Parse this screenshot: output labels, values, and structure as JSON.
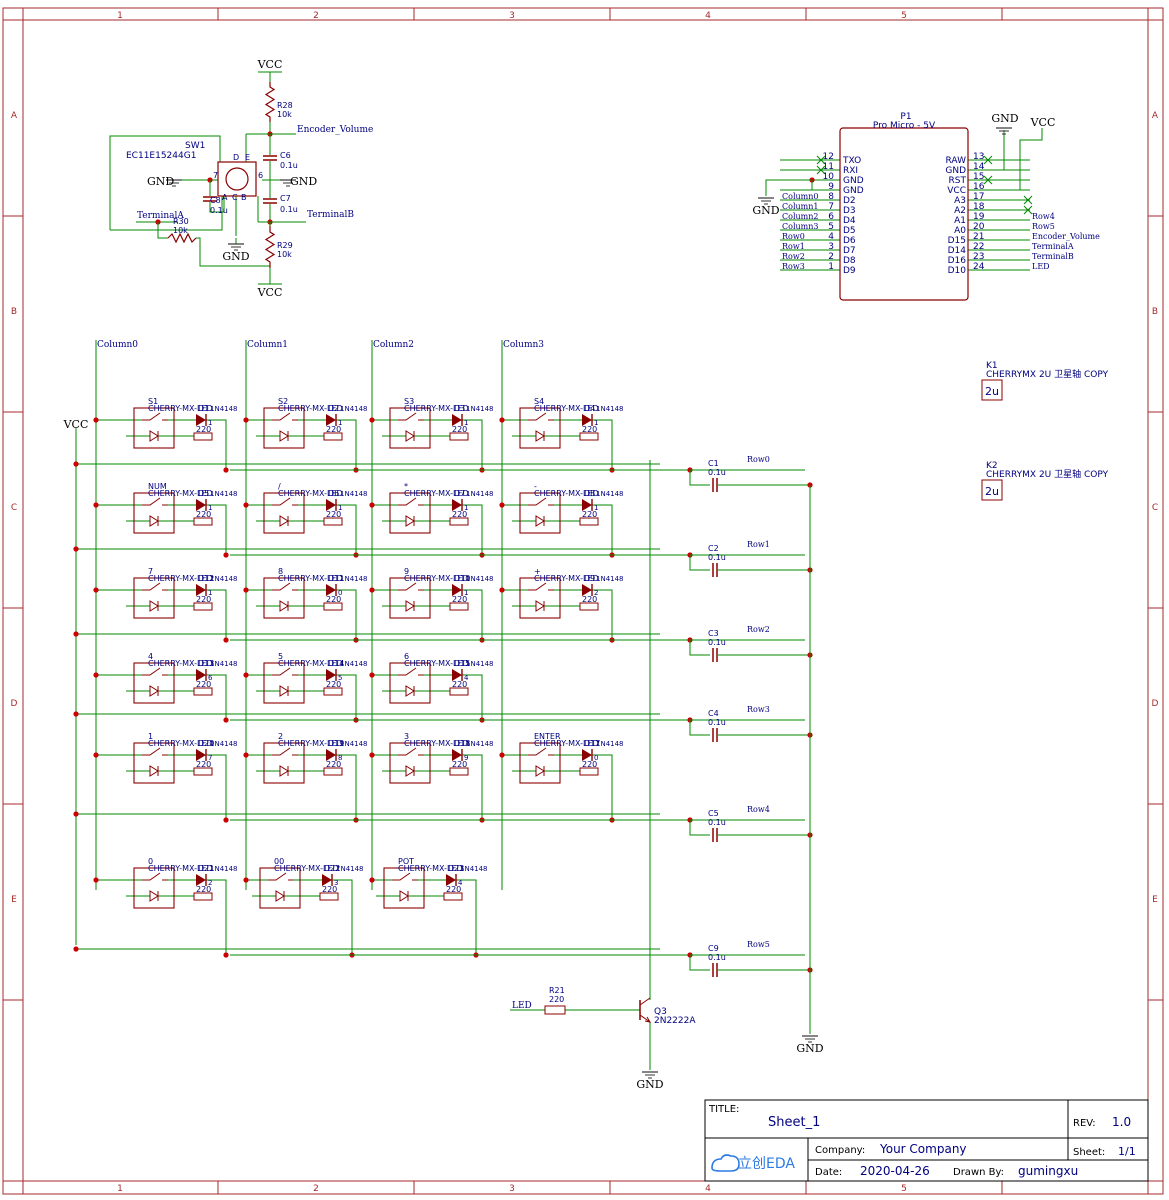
{
  "frame": {
    "cols": [
      "1",
      "2",
      "3",
      "4",
      "5"
    ],
    "rows": [
      "A",
      "B",
      "C",
      "D",
      "E"
    ],
    "border_color": "#a52a2a",
    "wire_color": "#008800",
    "label_color": "#000080",
    "part_color": "#8b0000"
  },
  "power": {
    "vcc": "VCC",
    "gnd": "GND"
  },
  "encoder": {
    "ref": "SW1",
    "part": "EC11E15244G1",
    "pins": [
      "D",
      "E",
      "7",
      "6",
      "A",
      "C",
      "B"
    ],
    "r28": {
      "ref": "R28",
      "value": "10k"
    },
    "r29": {
      "ref": "R29",
      "value": "10k"
    },
    "r30": {
      "ref": "R30",
      "value": "10k"
    },
    "c6": {
      "ref": "C6",
      "value": "0.1u"
    },
    "c7": {
      "ref": "C7",
      "value": "0.1u"
    },
    "c8": {
      "ref": "C8",
      "value": "0.1u"
    },
    "net_vol": "Encoder_Volume",
    "net_ta": "TerminalA",
    "net_tb": "TerminalB"
  },
  "mcu": {
    "ref": "P1",
    "part": "Pro Micro - 5V",
    "left_pins": [
      {
        "num": "12",
        "name": "TXO",
        "net": ""
      },
      {
        "num": "11",
        "name": "RXI",
        "net": ""
      },
      {
        "num": "10",
        "name": "GND",
        "net": ""
      },
      {
        "num": "9",
        "name": "GND",
        "net": ""
      },
      {
        "num": "8",
        "name": "D2",
        "net": "Column0"
      },
      {
        "num": "7",
        "name": "D3",
        "net": "Column1"
      },
      {
        "num": "6",
        "name": "D4",
        "net": "Column2"
      },
      {
        "num": "5",
        "name": "D5",
        "net": "Column3"
      },
      {
        "num": "4",
        "name": "D6",
        "net": "Row0"
      },
      {
        "num": "3",
        "name": "D7",
        "net": "Row1"
      },
      {
        "num": "2",
        "name": "D8",
        "net": "Row2"
      },
      {
        "num": "1",
        "name": "D9",
        "net": "Row3"
      }
    ],
    "right_pins": [
      {
        "num": "13",
        "name": "RAW",
        "net": ""
      },
      {
        "num": "14",
        "name": "GND",
        "net": ""
      },
      {
        "num": "15",
        "name": "RST",
        "net": ""
      },
      {
        "num": "16",
        "name": "VCC",
        "net": ""
      },
      {
        "num": "17",
        "name": "A3",
        "net": ""
      },
      {
        "num": "18",
        "name": "A2",
        "net": ""
      },
      {
        "num": "19",
        "name": "A1",
        "net": "Row4"
      },
      {
        "num": "20",
        "name": "A0",
        "net": "Row5"
      },
      {
        "num": "21",
        "name": "D15",
        "net": "Encoder_Volume"
      },
      {
        "num": "22",
        "name": "D14",
        "net": "TerminalA"
      },
      {
        "num": "23",
        "name": "D16",
        "net": "TerminalB"
      },
      {
        "num": "24",
        "name": "D10",
        "net": "LED"
      }
    ]
  },
  "stabilizers": [
    {
      "ref": "K1",
      "part": "CHERRYMX 2U 卫星轴 COPY",
      "mark": "2u"
    },
    {
      "ref": "K2",
      "part": "CHERRYMX 2U 卫星轴 COPY",
      "mark": "2u"
    }
  ],
  "columns": [
    "Column0",
    "Column1",
    "Column2",
    "Column3"
  ],
  "switch_part": "CHERRY-MX-LED",
  "diode_part": "1N4148",
  "resistor_value": "220",
  "keys": [
    {
      "sw": "S1",
      "d": "D1",
      "pin": "1"
    },
    {
      "sw": "S2",
      "d": "D2",
      "pin": "1"
    },
    {
      "sw": "S3",
      "d": "D3",
      "pin": "1"
    },
    {
      "sw": "S4",
      "d": "D4",
      "pin": "1"
    },
    {
      "sw": "NUM",
      "d": "D5",
      "pin": "1"
    },
    {
      "sw": "/",
      "d": "D6",
      "pin": "1"
    },
    {
      "sw": "*",
      "d": "D7",
      "pin": "1"
    },
    {
      "sw": "-",
      "d": "D8",
      "pin": "1"
    },
    {
      "sw": "7",
      "d": "D12",
      "pin": "1"
    },
    {
      "sw": "8",
      "d": "D11",
      "pin": "0"
    },
    {
      "sw": "9",
      "d": "D10",
      "pin": "1"
    },
    {
      "sw": "+",
      "d": "D9",
      "pin": "2"
    },
    {
      "sw": "4",
      "d": "D13",
      "pin": "6"
    },
    {
      "sw": "5",
      "d": "D14",
      "pin": "5"
    },
    {
      "sw": "6",
      "d": "D15",
      "pin": "4"
    },
    {
      "sw": "1",
      "d": "D20",
      "pin": "7"
    },
    {
      "sw": "2",
      "d": "D19",
      "pin": "8"
    },
    {
      "sw": "3",
      "d": "D18",
      "pin": "9"
    },
    {
      "sw": "ENTER",
      "d": "D17",
      "pin": "0"
    },
    {
      "sw": "0",
      "d": "D21",
      "pin": "2"
    },
    {
      "sw": "00",
      "d": "D22",
      "pin": "3"
    },
    {
      "sw": "POT",
      "d": "D23",
      "pin": "4"
    }
  ],
  "row_caps": [
    {
      "net": "Row0",
      "ref": "C1",
      "value": "0.1u"
    },
    {
      "net": "Row1",
      "ref": "C2",
      "value": "0.1u"
    },
    {
      "net": "Row2",
      "ref": "C3",
      "value": "0.1u"
    },
    {
      "net": "Row3",
      "ref": "C4",
      "value": "0.1u"
    },
    {
      "net": "Row4",
      "ref": "C5",
      "value": "0.1u"
    },
    {
      "net": "Row5",
      "ref": "C9",
      "value": "0.1u"
    }
  ],
  "led_driver": {
    "net": "LED",
    "r_ref": "R21",
    "r_value": "220",
    "q_ref": "Q3",
    "q_part": "2N2222A"
  },
  "title_block": {
    "title_label": "TITLE:",
    "title": "Sheet_1",
    "rev_label": "REV:",
    "rev": "1.0",
    "company_label": "Company:",
    "company": "Your Company",
    "sheet_label": "Sheet:",
    "sheet": "1/1",
    "date_label": "Date:",
    "date": "2020-04-26",
    "drawn_label": "Drawn By:",
    "drawn": "gumingxu",
    "logo": "立创EDA"
  }
}
